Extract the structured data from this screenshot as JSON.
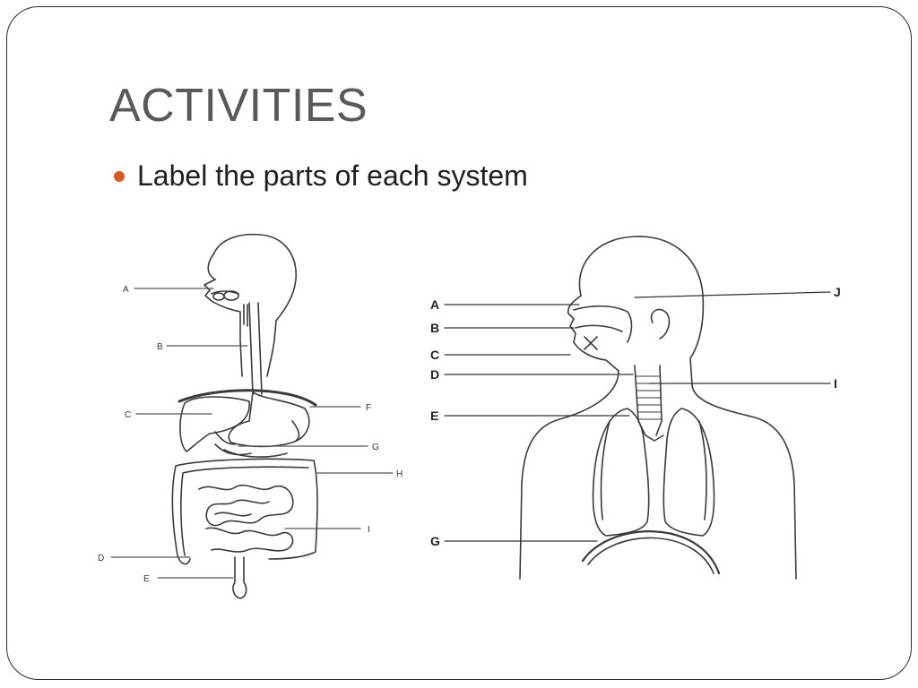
{
  "slide": {
    "title": "ACTIVITIES",
    "bullets": [
      "Label the parts of each system"
    ],
    "bullet_color": "#d35a25"
  },
  "digestive_diagram": {
    "labels": [
      "A",
      "B",
      "C",
      "D",
      "E",
      "F",
      "G",
      "H",
      "I"
    ]
  },
  "respiratory_diagram": {
    "labels": [
      "A",
      "B",
      "C",
      "D",
      "E",
      "G",
      "J",
      "I"
    ]
  }
}
